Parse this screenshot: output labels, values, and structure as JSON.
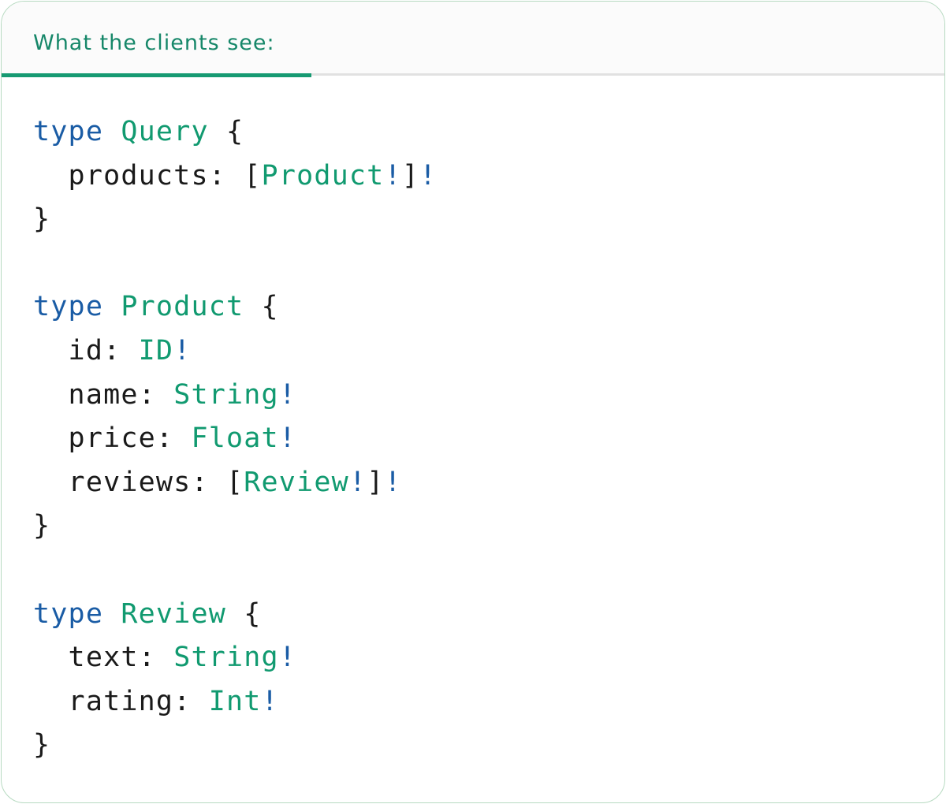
{
  "colors": {
    "accent-teal": "#169a72",
    "header-teal": "#168769",
    "keyword-blue": "#1a5ca5",
    "type-teal": "#119a70",
    "code-plain": "#1a1a1a",
    "divider-gray": "#e1e1e1",
    "card-border": "#b7dac1",
    "header-bg": "#fbfbfb",
    "card-bg": "#ffffff"
  },
  "header": {
    "tab_label": "What the clients see:"
  },
  "code": {
    "language": "graphql",
    "colors": {
      "keyword": "#1a5ca5",
      "type": "#119a70",
      "plain": "#1a1a1a"
    },
    "lines": [
      [
        {
          "t": "type",
          "c": "keyword"
        },
        {
          "t": " ",
          "c": "plain"
        },
        {
          "t": "Query",
          "c": "type"
        },
        {
          "t": " {",
          "c": "plain"
        }
      ],
      [
        {
          "t": "  products: [",
          "c": "plain"
        },
        {
          "t": "Product",
          "c": "type"
        },
        {
          "t": "!",
          "c": "keyword"
        },
        {
          "t": "]",
          "c": "plain"
        },
        {
          "t": "!",
          "c": "keyword"
        }
      ],
      [
        {
          "t": "}",
          "c": "plain"
        }
      ],
      [],
      [
        {
          "t": "type",
          "c": "keyword"
        },
        {
          "t": " ",
          "c": "plain"
        },
        {
          "t": "Product",
          "c": "type"
        },
        {
          "t": " {",
          "c": "plain"
        }
      ],
      [
        {
          "t": "  id: ",
          "c": "plain"
        },
        {
          "t": "ID",
          "c": "type"
        },
        {
          "t": "!",
          "c": "keyword"
        }
      ],
      [
        {
          "t": "  name: ",
          "c": "plain"
        },
        {
          "t": "String",
          "c": "type"
        },
        {
          "t": "!",
          "c": "keyword"
        }
      ],
      [
        {
          "t": "  price: ",
          "c": "plain"
        },
        {
          "t": "Float",
          "c": "type"
        },
        {
          "t": "!",
          "c": "keyword"
        }
      ],
      [
        {
          "t": "  reviews: [",
          "c": "plain"
        },
        {
          "t": "Review",
          "c": "type"
        },
        {
          "t": "!",
          "c": "keyword"
        },
        {
          "t": "]",
          "c": "plain"
        },
        {
          "t": "!",
          "c": "keyword"
        }
      ],
      [
        {
          "t": "}",
          "c": "plain"
        }
      ],
      [],
      [
        {
          "t": "type",
          "c": "keyword"
        },
        {
          "t": " ",
          "c": "plain"
        },
        {
          "t": "Review",
          "c": "type"
        },
        {
          "t": " {",
          "c": "plain"
        }
      ],
      [
        {
          "t": "  text: ",
          "c": "plain"
        },
        {
          "t": "String",
          "c": "type"
        },
        {
          "t": "!",
          "c": "keyword"
        }
      ],
      [
        {
          "t": "  rating: ",
          "c": "plain"
        },
        {
          "t": "Int",
          "c": "type"
        },
        {
          "t": "!",
          "c": "keyword"
        }
      ],
      [
        {
          "t": "}",
          "c": "plain"
        }
      ]
    ]
  }
}
